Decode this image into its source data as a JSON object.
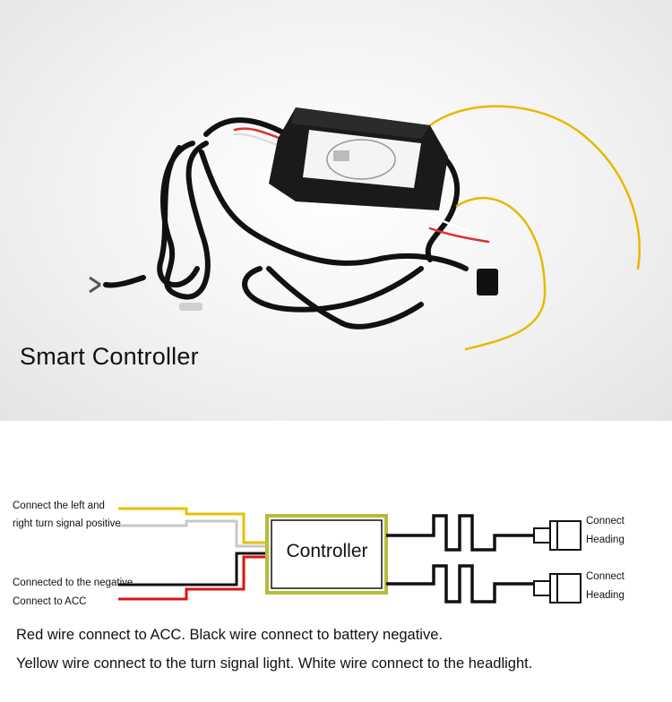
{
  "photo": {
    "title": "Smart Controller"
  },
  "diagram": {
    "left_labels": [
      "Connect the left and",
      "right turn signal positive",
      "Connected to the negative",
      "Connect to ACC"
    ],
    "controller_label": "Controller",
    "right_labels": [
      "Connect",
      "Heading",
      "Connect",
      "Heading"
    ],
    "wire_colors": {
      "yellow": "#e8c000",
      "white": "#c8c8c8",
      "black": "#111111",
      "red": "#e01010",
      "controller_border": "#b5bd3a"
    }
  },
  "captions": [
    "Red wire connect to ACC. Black wire connect to battery negative.",
    "Yellow wire connect to the turn signal light. White wire connect to the headlight."
  ]
}
